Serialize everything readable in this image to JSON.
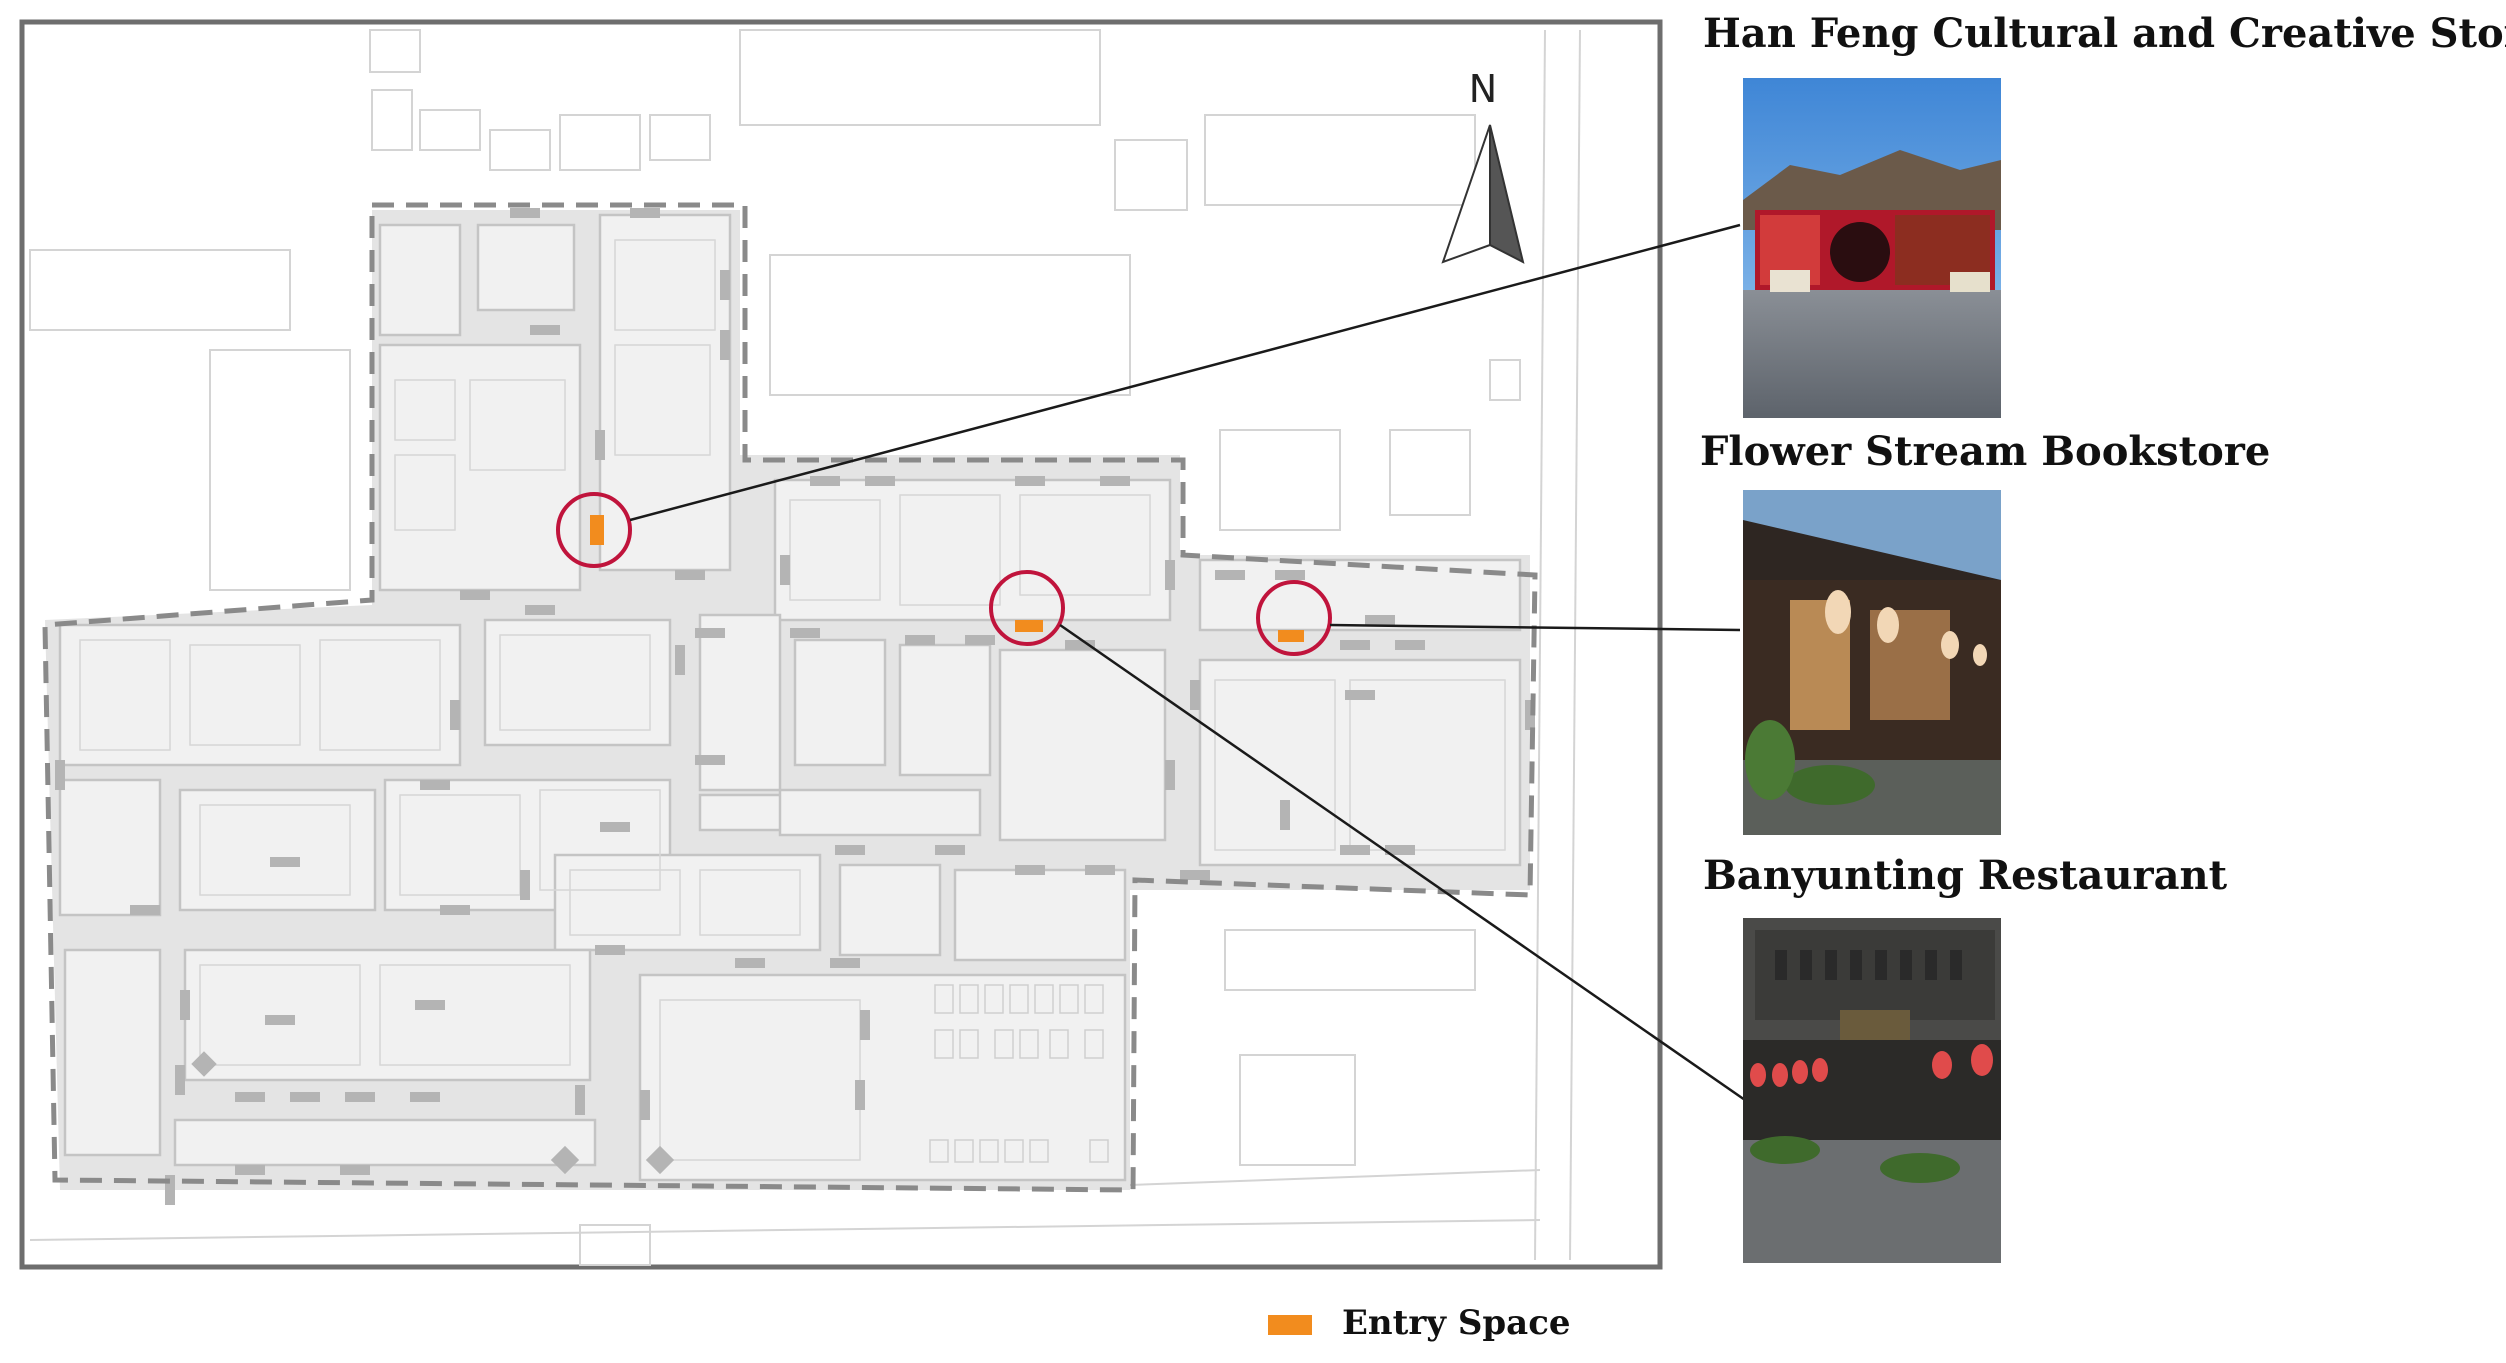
{
  "compass": {
    "label": "N"
  },
  "legend": {
    "entry_space_label": "Entry Space",
    "entry_space_color": "#f28c1e"
  },
  "colors": {
    "block_fill": "#ebebeb",
    "block_stroke": "#c8c8c8",
    "street_fill": "#e2e2e2",
    "boundary_stroke": "#8a8a8a",
    "marker_circle": "#c0143c",
    "map_frame": "#6e6e6e"
  },
  "sites": [
    {
      "name": "Han Feng Cultural and Creative Store",
      "photo_icon": "storefront-photo-red-gate"
    },
    {
      "name": "Flower Stream Bookstore",
      "photo_icon": "storefront-photo-lanterns-glass"
    },
    {
      "name": "Banyunting Restaurant",
      "photo_icon": "storefront-photo-dark-facade"
    }
  ]
}
